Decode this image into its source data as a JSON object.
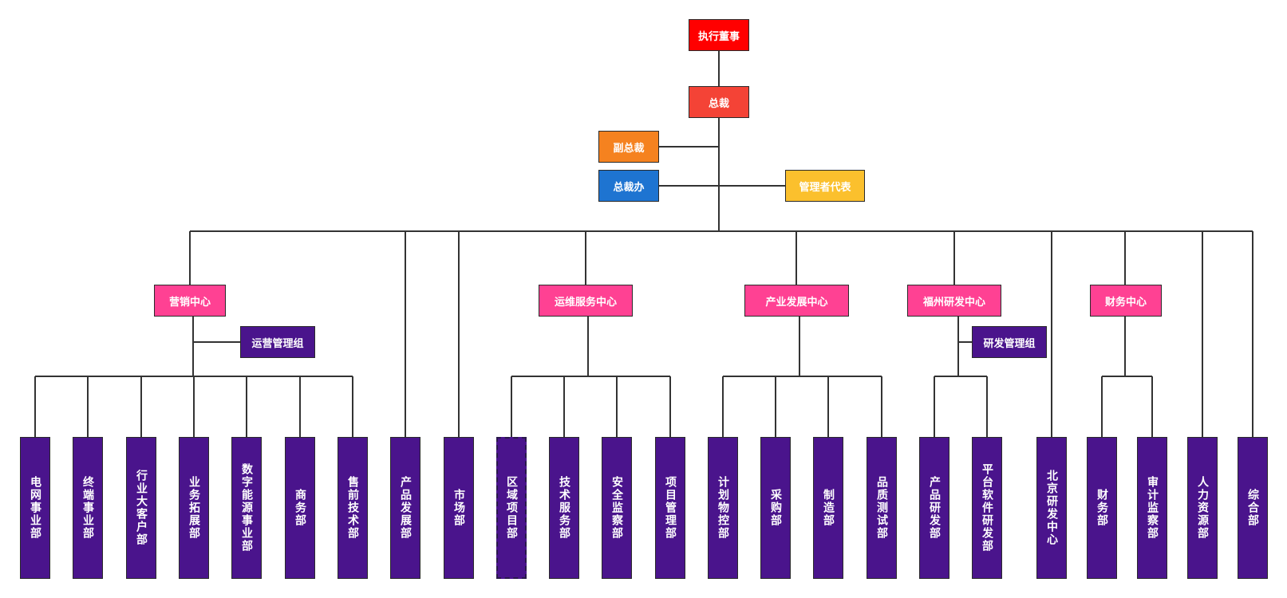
{
  "colors": {
    "exec": "#ff0000",
    "president": "#f44336",
    "vp": "#f5821f",
    "office": "#1e74d1",
    "rep": "#fbc02d",
    "center": "#ff4193",
    "group": "#4a148c",
    "dept": "#4a148c",
    "line": "#333333"
  },
  "top": {
    "exec": "执行董事",
    "president": "总裁",
    "vp": "副总裁",
    "office": "总裁办",
    "rep": "管理者代表"
  },
  "centers": {
    "marketing": "营销中心",
    "ops": "运维服务中心",
    "industry": "产业发展中心",
    "fuzhou": "福州研发中心",
    "finance": "财务中心"
  },
  "groups": {
    "ops_mgmt": "运营管理组",
    "rd_mgmt": "研发管理组"
  },
  "departments": [
    "电网事业部",
    "终端事业部",
    "行业大客户部",
    "业务拓展部",
    "数字能源事业部",
    "商务部",
    "售前技术部",
    "产品发展部",
    "市场部",
    "区域项目部",
    "技术服务部",
    "安全监察部",
    "项目管理部",
    "计划物控部",
    "采购部",
    "制造部",
    "品质测试部",
    "产品研发部",
    "平台软件研发部",
    "北京研发中心",
    "财务部",
    "审计监察部",
    "人力资源部",
    "综合部"
  ]
}
